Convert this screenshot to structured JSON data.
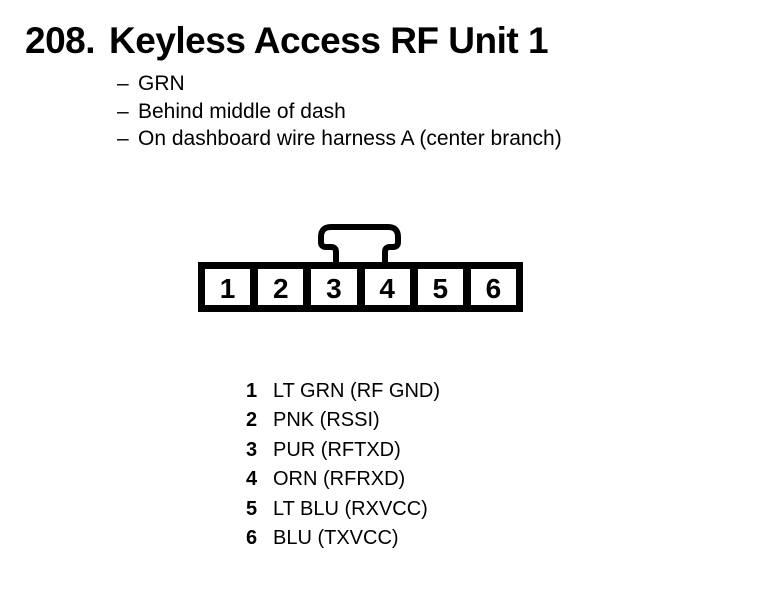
{
  "colors": {
    "ink": "#000000",
    "paper": "#ffffff"
  },
  "header": {
    "item_number": "208.",
    "title": "Keyless Access RF Unit 1"
  },
  "notes": {
    "bullets": [
      {
        "dash": "–",
        "text": "GRN"
      },
      {
        "dash": "–",
        "text": "Behind middle of dash"
      },
      {
        "dash": "–",
        "text": "On dashboard wire harness A (center branch)"
      }
    ]
  },
  "connector": {
    "pin_count": 6,
    "pins": [
      "1",
      "2",
      "3",
      "4",
      "5",
      "6"
    ]
  },
  "pinout": {
    "rows": [
      {
        "pin": "1",
        "desc": "LT GRN (RF GND)"
      },
      {
        "pin": "2",
        "desc": "PNK (RSSI)"
      },
      {
        "pin": "3",
        "desc": "PUR (RFTXD)"
      },
      {
        "pin": "4",
        "desc": "ORN (RFRXD)"
      },
      {
        "pin": "5",
        "desc": "LT BLU (RXVCC)"
      },
      {
        "pin": "6",
        "desc": "BLU (TXVCC)"
      }
    ]
  }
}
